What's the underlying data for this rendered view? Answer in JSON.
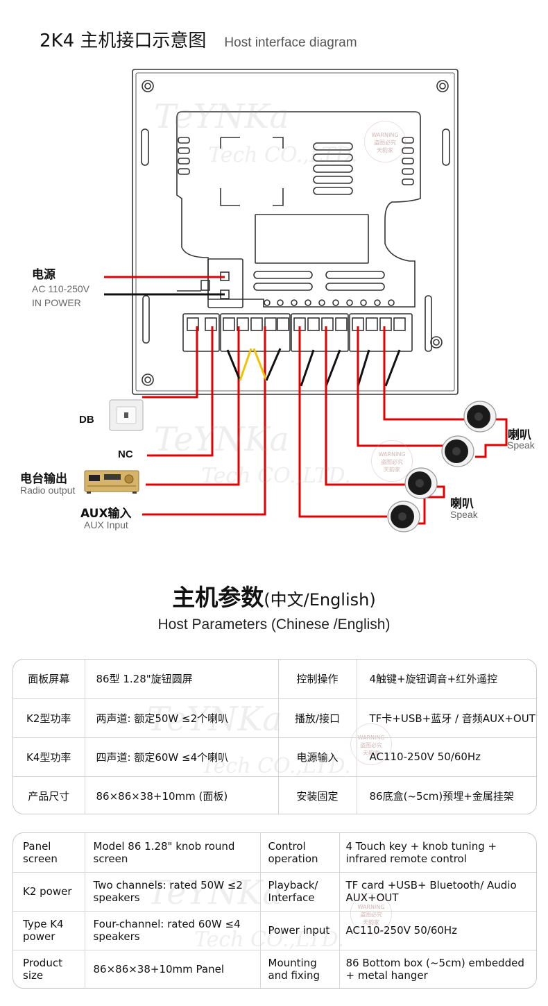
{
  "header": {
    "title_cn": "2K4 主机接口示意图",
    "title_en": "Host interface diagram"
  },
  "diagram": {
    "power": {
      "label_cn": "电源",
      "label_en1": "AC 110-250V",
      "label_en2": "IN POWER"
    },
    "db_label": "DB",
    "nc_label": "NC",
    "radio": {
      "label_cn": "电台输出",
      "label_en": "Radio output"
    },
    "aux": {
      "label_cn": "AUX输入",
      "label_en": "AUX Input"
    },
    "speaker_top": {
      "label_cn": "喇叭",
      "label_en": "Speak"
    },
    "speaker_bottom": {
      "label_cn": "喇叭",
      "label_en": "Speak"
    }
  },
  "watermark": {
    "brand": "TeYNKa",
    "company": "Tech CO.,LTD.",
    "seal_line1": "WARNING",
    "seal_line2": "盗图必究",
    "seal_line3": "天韵家"
  },
  "params": {
    "title_big": "主机参数",
    "title_small": "(中文/English)",
    "subtitle": "Host Parameters (Chinese /English)",
    "cn_rows": [
      [
        "面板屏幕",
        "86型 1.28\"旋钮圆屏",
        "控制操作",
        "4触键+旋钮调音+红外遥控"
      ],
      [
        "K2型功率",
        "两声道: 额定50W ≤2个喇叭",
        "播放/接口",
        "TF卡+USB+蓝牙 / 音频AUX+OUT"
      ],
      [
        "K4型功率",
        "四声道: 额定60W ≤4个喇叭",
        "电源输入",
        "AC110-250V  50/60Hz"
      ],
      [
        "产品尺寸",
        "86×86×38+10mm (面板)",
        "安装固定",
        "86底盒(~5cm)预埋+金属挂架"
      ]
    ],
    "en_rows": [
      [
        "Panel screen",
        "Model 86 1.28\" knob round screen",
        "Control operation",
        "4 Touch key + knob tuning + infrared remote control"
      ],
      [
        "K2 power",
        "Two channels: rated 50W ≤2 speakers",
        "Playback/ Interface",
        "TF card +USB+ Bluetooth/ Audio AUX+OUT"
      ],
      [
        "Type K4 power",
        "Four-channel: rated 60W ≤4 speakers",
        "Power input",
        "AC110-250V  50/60Hz"
      ],
      [
        "Product size",
        "86×86×38+10mm Panel",
        "Mounting and fixing",
        "86 Bottom box (~5cm) embedded + metal hanger"
      ]
    ]
  },
  "colors": {
    "wire_red": "#e00000",
    "wire_black": "#111111",
    "wire_yellow": "#f2c200"
  }
}
